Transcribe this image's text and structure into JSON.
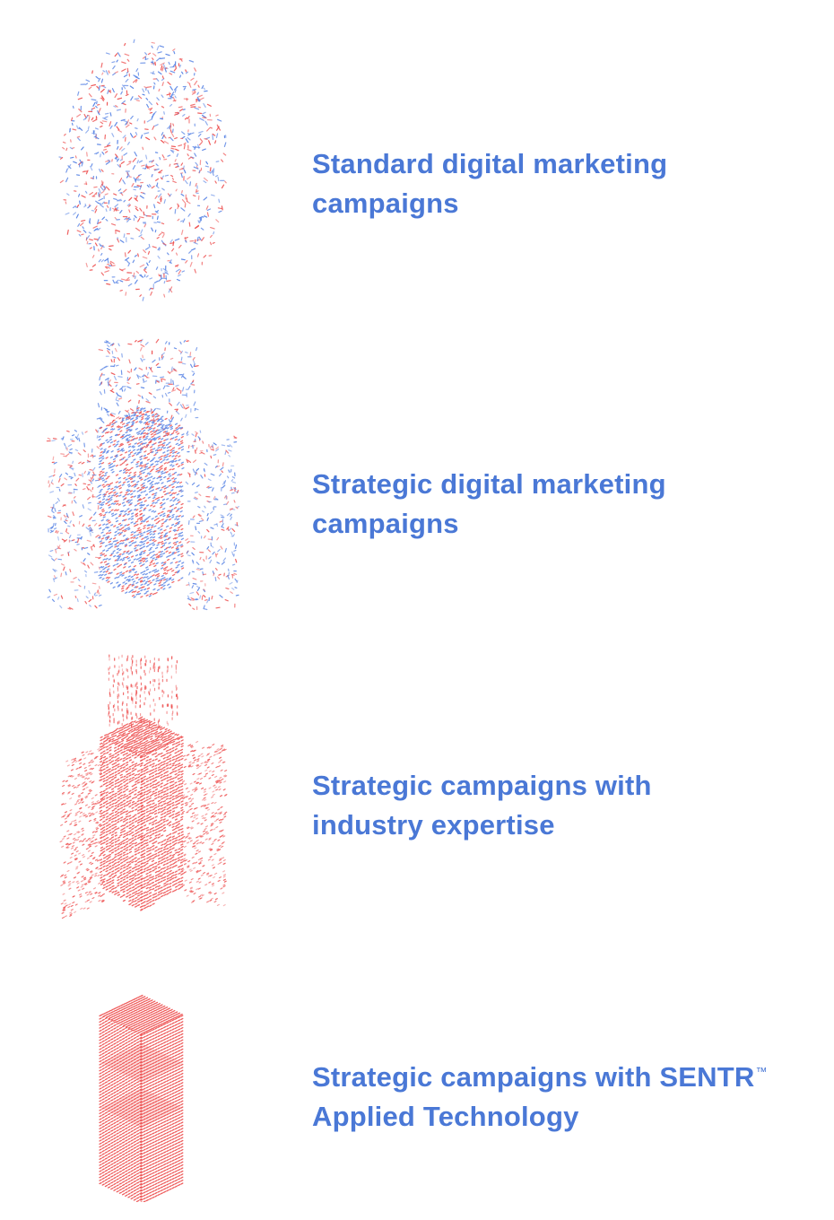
{
  "colors": {
    "text": "#4a78d6",
    "red": "#ee5454",
    "blue": "#5b86e5"
  },
  "stages": [
    {
      "caption_line1": "Standard digital marketing",
      "caption_line2": "campaigns",
      "trademark": ""
    },
    {
      "caption_line1": "Strategic digital marketing",
      "caption_line2": "campaigns",
      "trademark": ""
    },
    {
      "caption_line1": "Strategic campaigns with",
      "caption_line2": "industry expertise",
      "trademark": ""
    },
    {
      "caption_line1": "Strategic campaigns with SENTR",
      "caption_line2": "Applied Technology",
      "trademark": "™"
    }
  ]
}
